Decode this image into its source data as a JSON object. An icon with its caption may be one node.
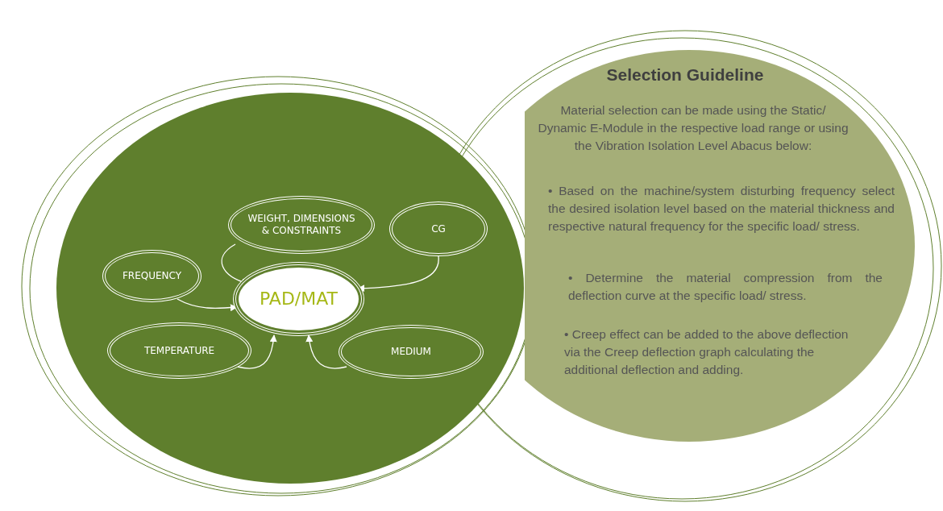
{
  "diagram": {
    "nodes": [
      {
        "text": [],
        "shape": "circle"
      },
      {
        "text": [
          "Selection Guideline",
          "Material selection can be made using the Static/ Dynamic E-Module in the respective load range or using the Vibration Isolation Level Abacus below:",
          "• Based on the machine/system disturbing frequency select the desired isolation level based on the material thickness and respective natural frequency for the specific load/ stress.",
          "• Determine the material compression from the deflection curve at the specific load/ stress.",
          "• Creep effect can be added to the above deflection via the Creep deflection graph calculating the additional deflection and adding."
        ]
      },
      {
        "text": [
          "WEIGHT, DIMENSIONS & CONSTRAINTS"
        ],
        "in": 0
      },
      {
        "text": [
          "CG"
        ],
        "in": 0
      },
      {
        "text": [
          "FREQUENCY"
        ],
        "in": 0
      },
      {
        "text": [
          "PAD/MAT"
        ],
        "in": 0
      },
      {
        "text": [
          "TEMPERATURE"
        ],
        "in": 0
      },
      {
        "text": [
          "MEDIUM"
        ],
        "in": 0
      }
    ],
    "edges": [
      {
        "from": 2,
        "to": 5,
        "arrow": "to"
      },
      {
        "from": 3,
        "to": 5,
        "arrow": "to"
      },
      {
        "from": 4,
        "to": 5,
        "arrow": "to"
      },
      {
        "from": 6,
        "to": 5,
        "arrow": "to"
      },
      {
        "from": 7,
        "to": 5,
        "arrow": "to"
      }
    ]
  }
}
